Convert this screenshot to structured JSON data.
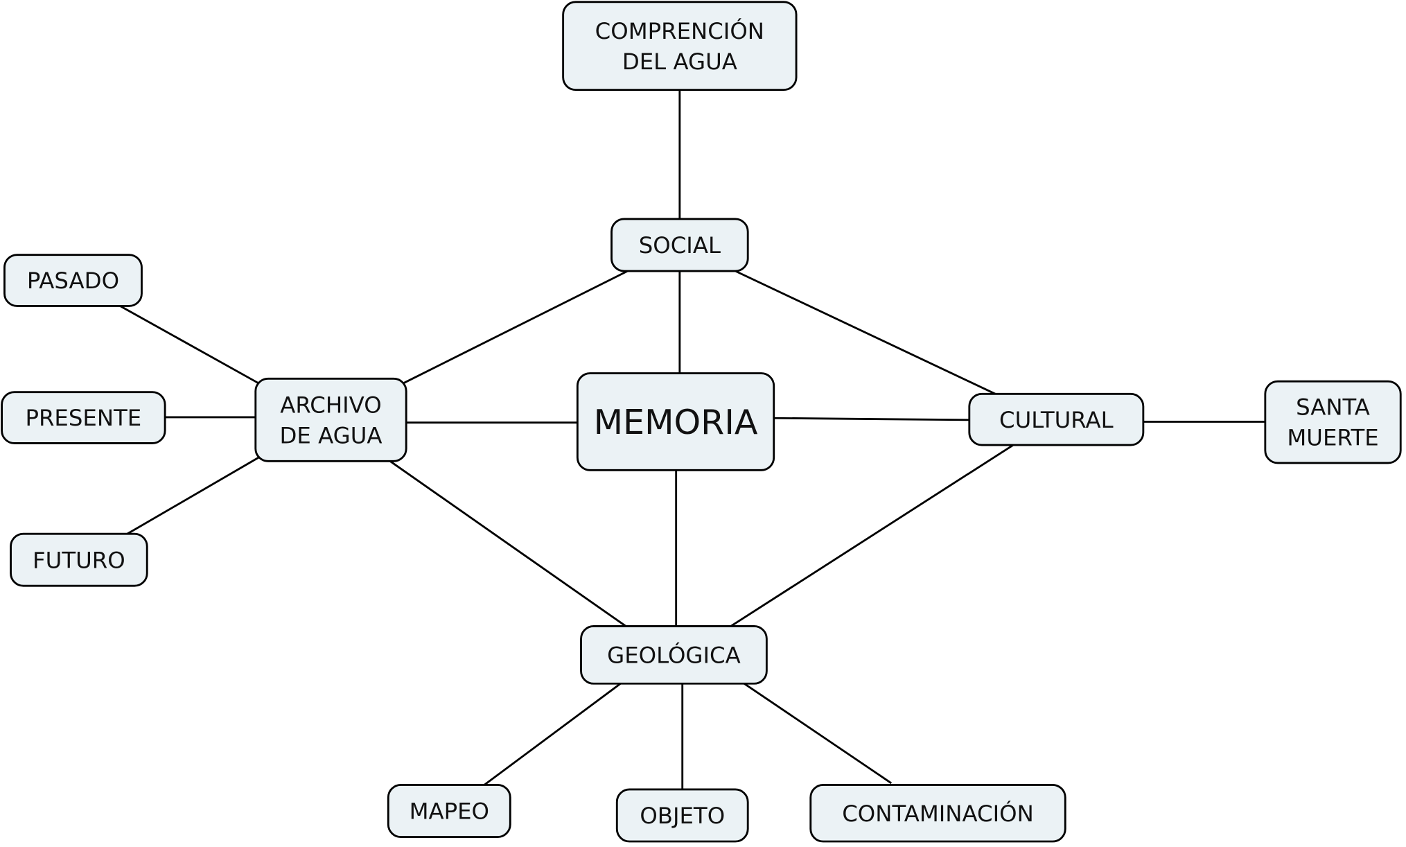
{
  "diagram": {
    "nodes": {
      "memoria": [
        "MEMORIA"
      ],
      "comprension": [
        "COMPRENCIÓN",
        "DEL AGUA"
      ],
      "social": [
        "SOCIAL"
      ],
      "archivo": [
        "ARCHIVO",
        "DE AGUA"
      ],
      "cultural": [
        "CULTURAL"
      ],
      "geologica": [
        "GEOLÓGICA"
      ],
      "pasado": [
        "PASADO"
      ],
      "presente": [
        "PRESENTE"
      ],
      "futuro": [
        "FUTURO"
      ],
      "santa_muerte": [
        "SANTA",
        "MUERTE"
      ],
      "mapeo": [
        "MAPEO"
      ],
      "objeto": [
        "OBJETO"
      ],
      "contaminacion": [
        "CONTAMINACIÓN"
      ]
    },
    "colors": {
      "node_fill": "#EBF2F5",
      "stroke": "#000000"
    }
  }
}
